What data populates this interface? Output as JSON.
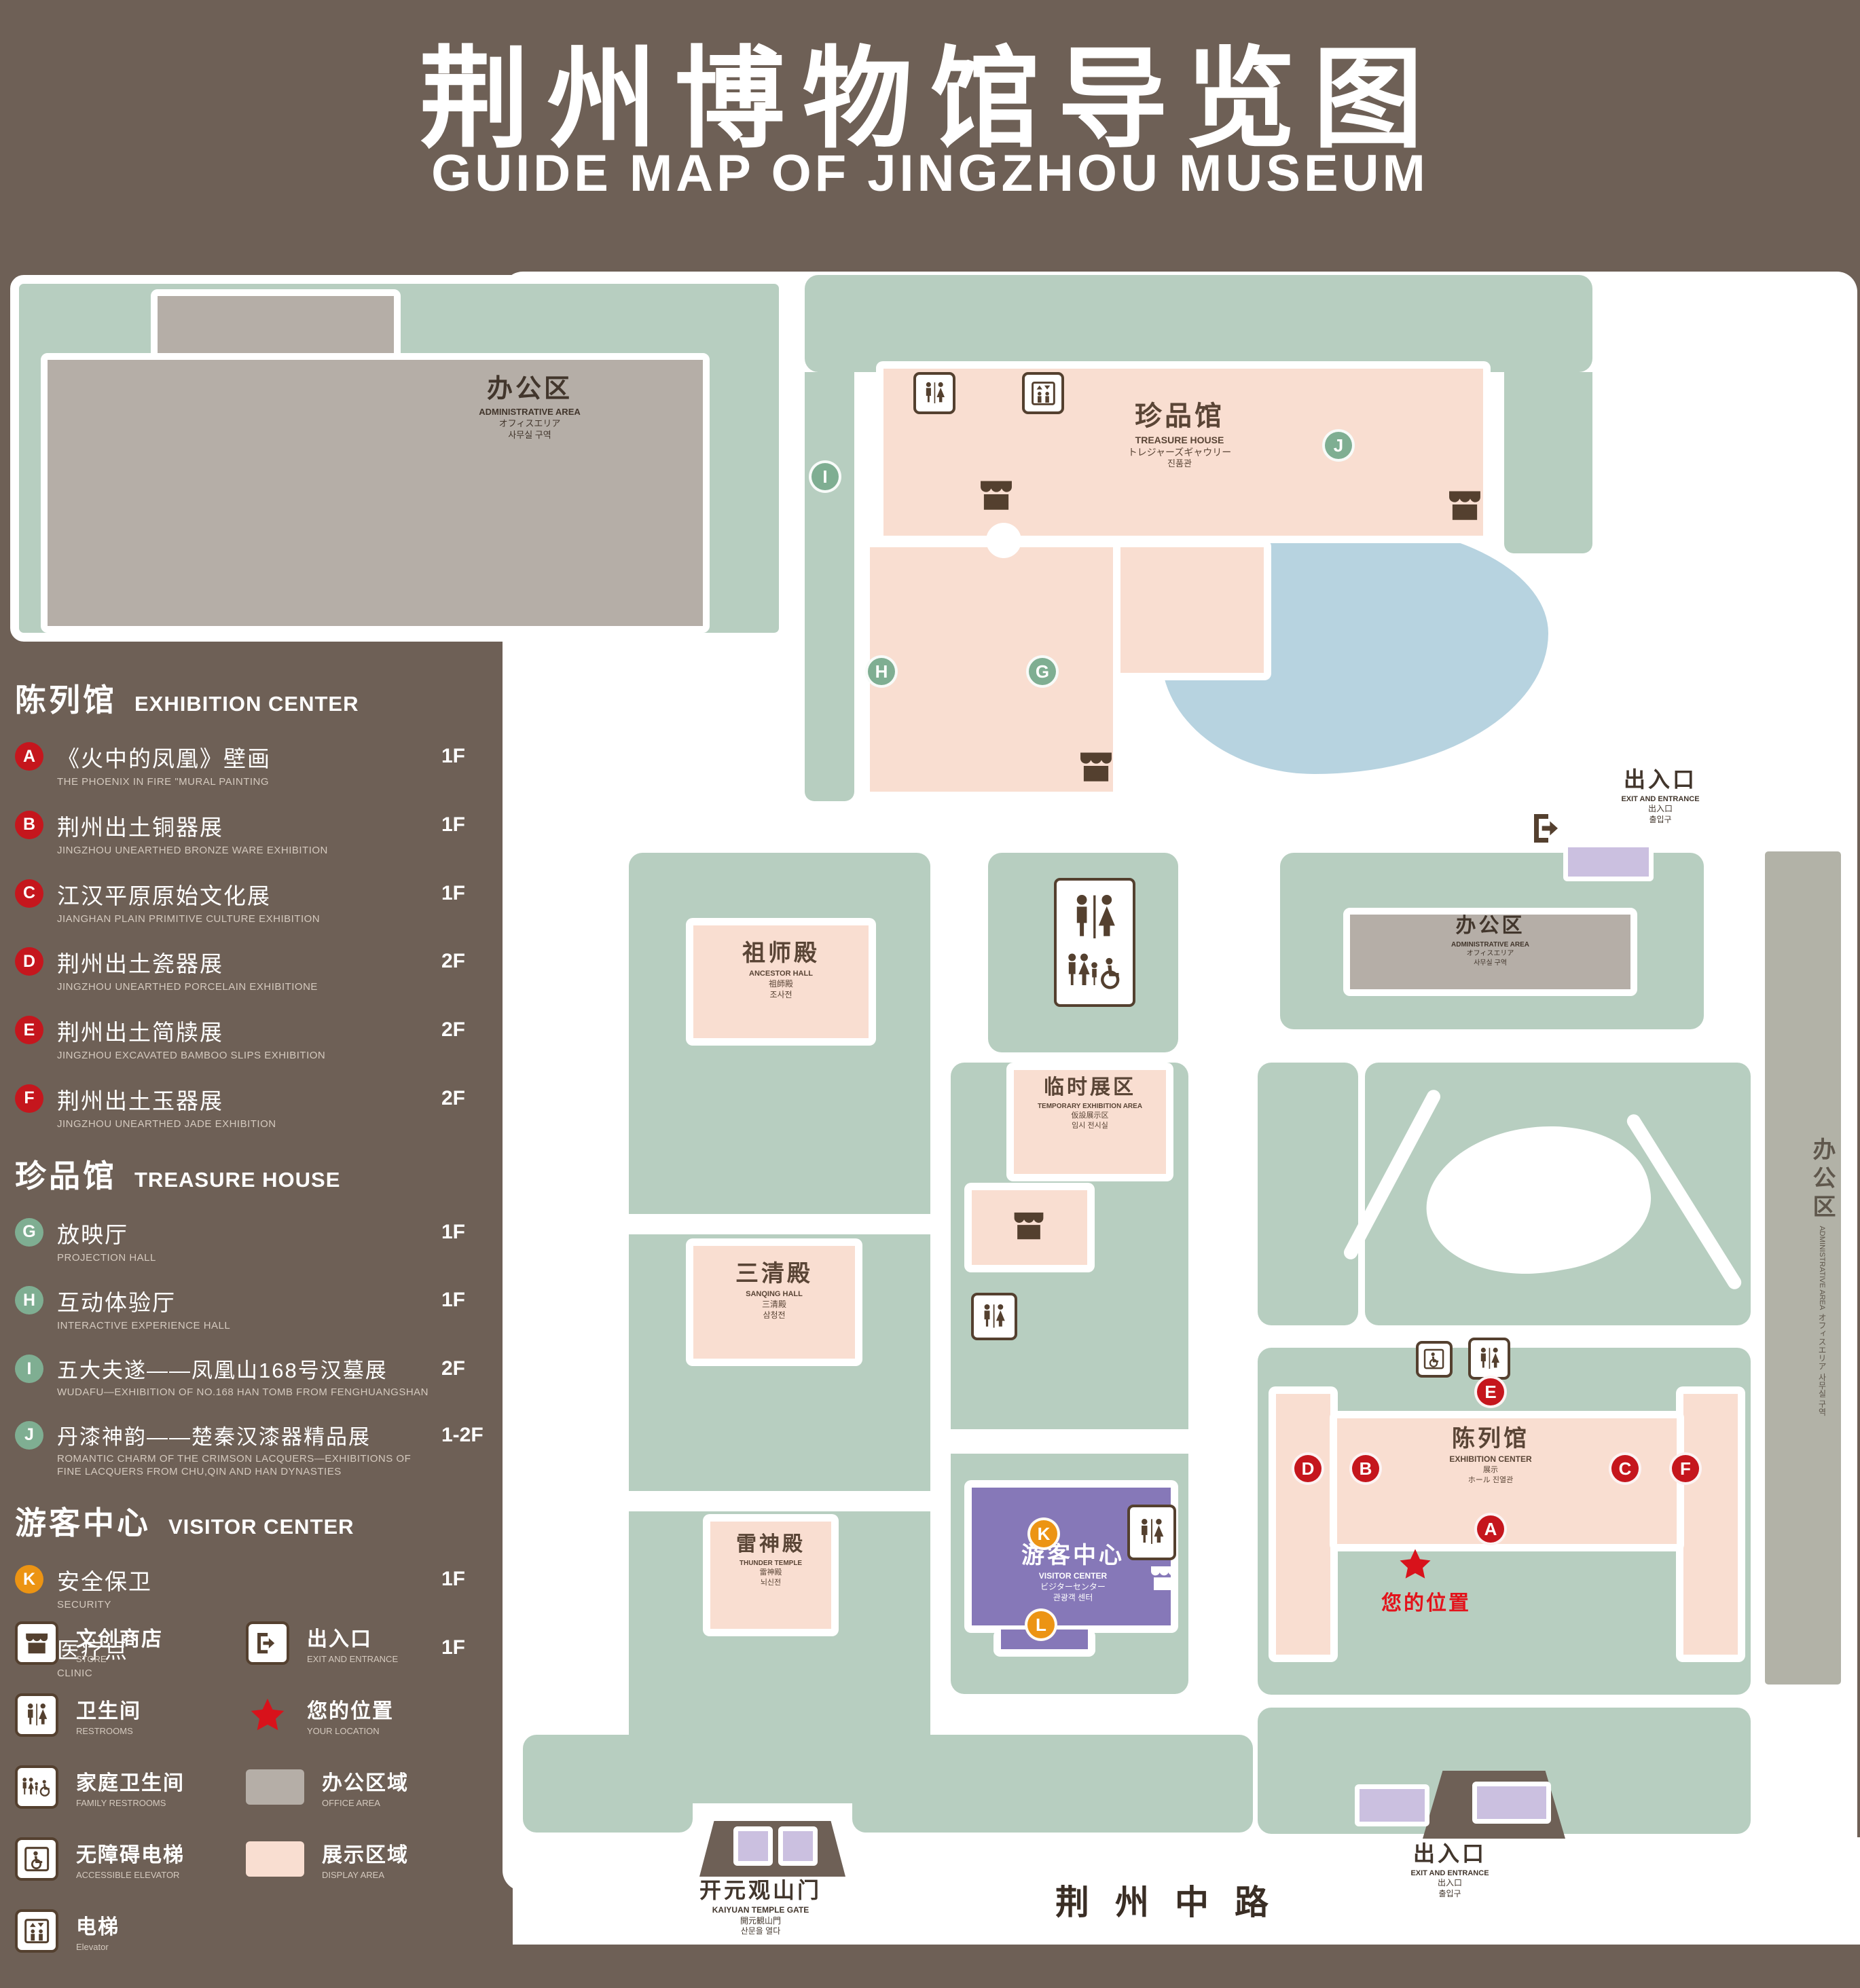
{
  "header": {
    "title_cn": "荆州博物馆导览图",
    "title_en": "GUIDE MAP OF JINGZHOU MUSEUM"
  },
  "colors": {
    "background": "#6e6056",
    "lawn_green": "#b7cec0",
    "display_area_pink": "#f9ded1",
    "office_gray": "#b5aea7",
    "pond_blue": "#b7d3e0",
    "visitor_purple": "#8678b8",
    "entrance_lavender": "#cbc0e0",
    "marker_red": "#c5161d",
    "marker_green": "#7fae92",
    "marker_orange": "#ec9413",
    "icon_brown": "#54402f"
  },
  "legend": {
    "sections": [
      {
        "title_cn": "陈列馆",
        "title_en": "EXHIBITION CENTER",
        "items": [
          {
            "key": "A",
            "cn": "《火中的凤凰》壁画",
            "en": "THE PHOENIX IN FIRE \"MURAL PAINTING",
            "floor": "1F"
          },
          {
            "key": "B",
            "cn": "荆州出土铜器展",
            "en": "JINGZHOU UNEARTHED BRONZE WARE EXHIBITION",
            "floor": "1F"
          },
          {
            "key": "C",
            "cn": "江汉平原原始文化展",
            "en": "JIANGHAN PLAIN PRIMITIVE CULTURE EXHIBITION",
            "floor": "1F"
          },
          {
            "key": "D",
            "cn": "荆州出土瓷器展",
            "en": "JINGZHOU UNEARTHED PORCELAIN EXHIBITIONE",
            "floor": "2F"
          },
          {
            "key": "E",
            "cn": "荆州出土简牍展",
            "en": "JINGZHOU EXCAVATED BAMBOO SLIPS EXHIBITION",
            "floor": "2F"
          },
          {
            "key": "F",
            "cn": "荆州出土玉器展",
            "en": "JINGZHOU UNEARTHED JADE EXHIBITION",
            "floor": "2F"
          }
        ]
      },
      {
        "title_cn": "珍品馆",
        "title_en": "TREASURE HOUSE",
        "items": [
          {
            "key": "G",
            "cn": "放映厅",
            "en": "PROJECTION HALL",
            "floor": "1F"
          },
          {
            "key": "H",
            "cn": "互动体验厅",
            "en": "INTERACTIVE EXPERIENCE HALL",
            "floor": "1F"
          },
          {
            "key": "I",
            "cn": "五大夫遂——凤凰山168号汉墓展",
            "en": "WUDAFU—EXHIBITION OF NO.168 HAN TOMB FROM FENGHUANGSHAN",
            "floor": "2F"
          },
          {
            "key": "J",
            "cn": "丹漆神韵——楚秦汉漆器精品展",
            "en": "ROMANTIC CHARM OF THE CRIMSON LACQUERS—EXHIBITIONS OF FINE LACQUERS FROM CHU,QIN AND HAN DYNASTIES",
            "floor": "1-2F"
          }
        ]
      },
      {
        "title_cn": "游客中心",
        "title_en": "VISITOR CENTER",
        "items": [
          {
            "key": "K",
            "cn": "安全保卫",
            "en": "SECURITY",
            "floor": "1F"
          },
          {
            "key": "L",
            "cn": "医疗点",
            "en": "CLINIC",
            "floor": "1F"
          }
        ]
      }
    ],
    "icons": [
      {
        "name": "store-icon",
        "cn": "文创商店",
        "en": "STORE"
      },
      {
        "name": "exit-icon",
        "cn": "出入口",
        "en": "EXIT AND ENTRANCE"
      },
      {
        "name": "restroom-icon",
        "cn": "卫生间",
        "en": "RESTROOMS"
      },
      {
        "name": "location-star-icon",
        "cn": "您的位置",
        "en": "YOUR LOCATION"
      },
      {
        "name": "family-restroom-icon",
        "cn": "家庭卫生间",
        "en": "FAMILY RESTROOMS"
      },
      {
        "name": "office-area-swatch",
        "cn": "办公区域",
        "en": "OFFICE AREA"
      },
      {
        "name": "accessible-elevator-icon",
        "cn": "无障碍电梯",
        "en": "ACCESSIBLE ELEVATOR"
      },
      {
        "name": "display-area-swatch",
        "cn": "展示区域",
        "en": "DISPLAY AREA"
      },
      {
        "name": "elevator-icon",
        "cn": "电梯",
        "en": "Elevator"
      }
    ]
  },
  "map": {
    "buildings": {
      "admin_nw": {
        "cn": "办公区",
        "en": "ADMINISTRATIVE AREA",
        "jp": "オフィスエリア",
        "kr": "사무실 구역"
      },
      "treasure": {
        "cn": "珍品馆",
        "en": "TREASURE HOUSE",
        "jp": "トレジャーズギャウリー",
        "kr": "진품관"
      },
      "ancestor": {
        "cn": "祖师殿",
        "en": "ANCESTOR HALL",
        "jp": "祖師殿",
        "kr": "조사전"
      },
      "temp": {
        "cn": "临时展区",
        "en": "TEMPORARY EXHIBITION AREA",
        "jp": "仮設展示区",
        "kr": "임시 전시실"
      },
      "sanqing": {
        "cn": "三清殿",
        "en": "SANQING HALL",
        "jp": "三清殿",
        "kr": "삼청전"
      },
      "thunder": {
        "cn": "雷神殿",
        "en": "THUNDER TEMPLE",
        "jp": "雷神殿",
        "kr": "뇌신전"
      },
      "visitor": {
        "cn": "游客中心",
        "en": "VISITOR CENTER",
        "jp": "ビジターセンター",
        "kr": "관광객 센터"
      },
      "exhibition": {
        "cn": "陈列馆",
        "en": "EXHIBITION CENTER",
        "jp": "展示",
        "kr": "ホール 진열관"
      },
      "admin_e": {
        "cn": "办公区",
        "en": "ADMINISTRATIVE AREA",
        "jp": "オフィスエリア",
        "kr": "사무실 구역"
      },
      "admin_strip": {
        "cn": "办公区",
        "en": "ADMINISTRATIVE AREA",
        "jp": "オフィスエリア",
        "kr": "사무실 구역"
      }
    },
    "labels": {
      "exit_east": {
        "cn": "出入口",
        "en": "EXIT AND ENTRANCE",
        "jp": "出入口",
        "kr": "출입구"
      },
      "exit_south": {
        "cn": "出入口",
        "en": "EXIT AND ENTRANCE",
        "jp": "出入口",
        "kr": "출입구"
      },
      "gate": {
        "cn": "开元观山门",
        "en": "KAIYUAN TEMPLE GATE",
        "jp": "開元観山門",
        "kr": "산문을 열다"
      },
      "road": "荆州中路",
      "your_location": "您的位置"
    },
    "markers": {
      "a": "A",
      "b": "B",
      "c": "C",
      "d": "D",
      "e": "E",
      "f": "F",
      "g": "G",
      "h": "H",
      "i": "I",
      "j": "J",
      "k": "K",
      "l": "L"
    }
  }
}
